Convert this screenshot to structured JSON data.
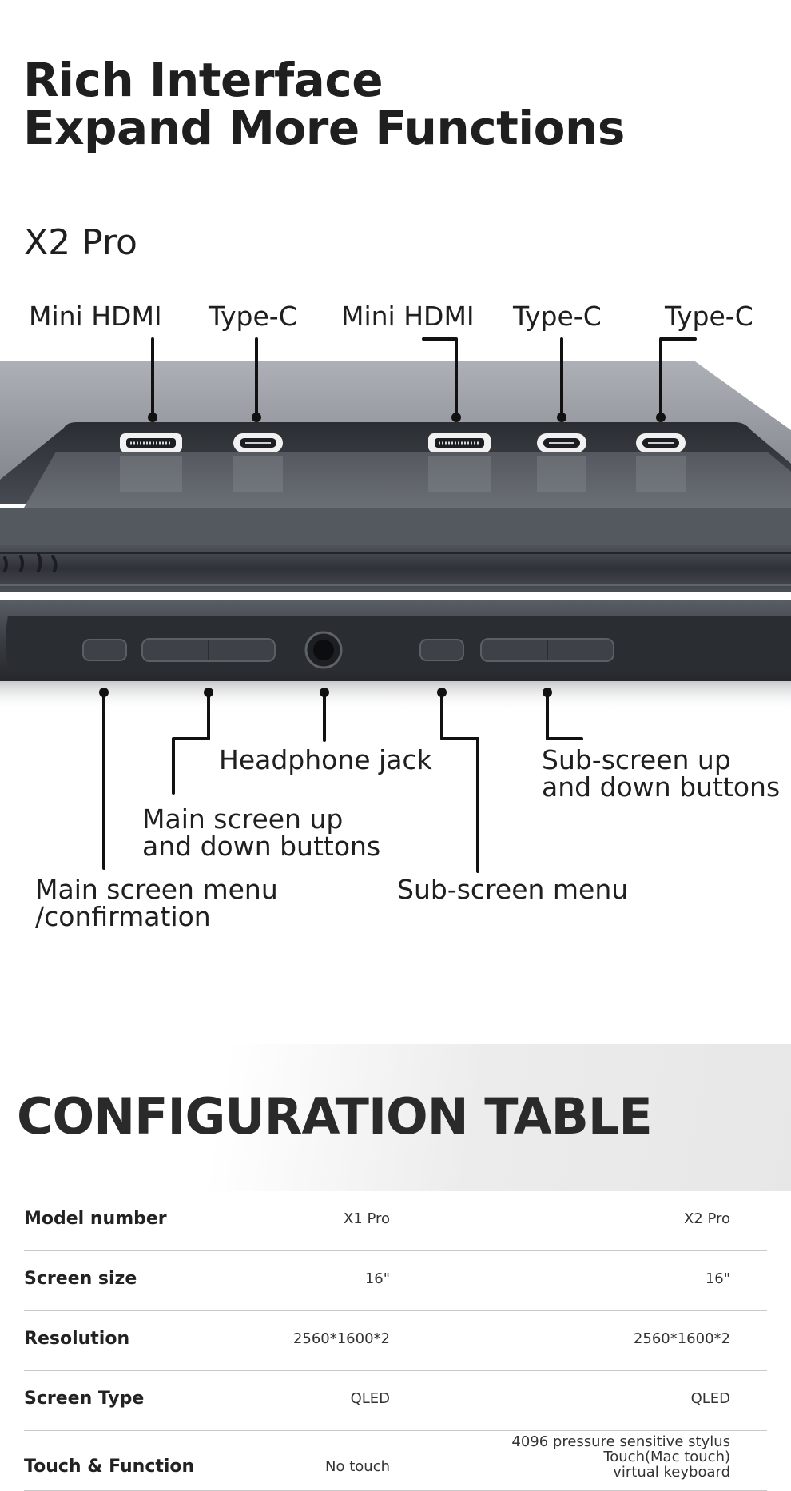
{
  "headline": {
    "line1": "Rich Interface",
    "line2": "Expand More Functions"
  },
  "model_title": "X2 Pro",
  "ports": [
    {
      "label": "Mini HDMI",
      "type": "hdmi"
    },
    {
      "label": "Type-C",
      "type": "usbc"
    },
    {
      "label": "Mini HDMI",
      "type": "hdmi"
    },
    {
      "label": "Type-C",
      "type": "usbc"
    },
    {
      "label": "Type-C",
      "type": "usbc"
    }
  ],
  "controls": {
    "main_menu": [
      "Main screen menu",
      "/confirmation"
    ],
    "main_updown": [
      "Main screen up",
      "and down buttons"
    ],
    "headphone": "Headphone jack",
    "sub_menu": "Sub-screen menu",
    "sub_updown": [
      "Sub-screen up",
      "and down buttons"
    ]
  },
  "config": {
    "title": "CONFIGURATION TABLE",
    "rows": [
      {
        "label": "Model number",
        "x1": "X1 Pro",
        "x2": "X2 Pro"
      },
      {
        "label": "Screen size",
        "x1": "16\"",
        "x2": "16\""
      },
      {
        "label": "Resolution",
        "x1": "2560*1600*2",
        "x2": "2560*1600*2"
      },
      {
        "label": "Screen Type",
        "x1": "QLED",
        "x2": "QLED"
      },
      {
        "label": "Touch & Function",
        "x1": "No touch",
        "x2_lines": [
          "4096 pressure sensitive stylus",
          "Touch(Mac touch)",
          "virtual keyboard"
        ]
      }
    ]
  },
  "colors": {
    "device_top": "#a9acb2",
    "device_body": "#5c6067",
    "device_dark": "#2d3036",
    "text": "#1f1f1f"
  }
}
